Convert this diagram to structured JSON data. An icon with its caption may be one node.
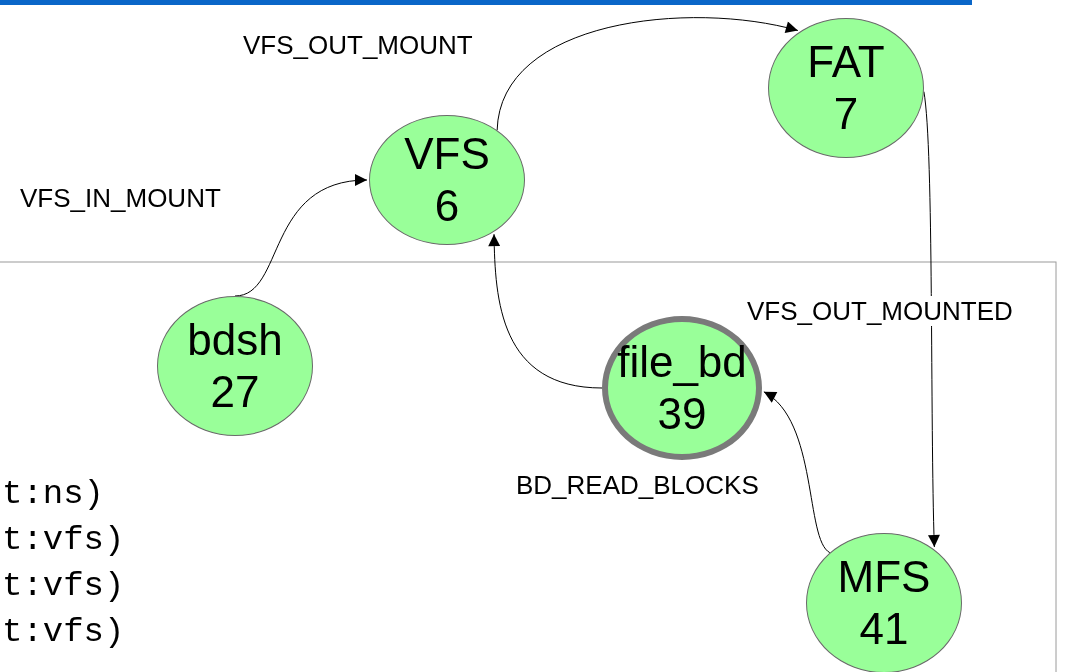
{
  "diagram": {
    "nodes": [
      {
        "text": [
          "VFS",
          "6"
        ]
      },
      {
        "text": [
          "FAT",
          "7"
        ]
      },
      {
        "text": [
          "bdsh",
          "27"
        ]
      },
      {
        "text": [
          "file_bd",
          "39"
        ]
      },
      {
        "text": [
          "MFS",
          "41"
        ]
      }
    ],
    "edges": [
      {
        "from": 0,
        "to": 1,
        "arrow": "to",
        "label": "VFS_OUT_MOUNT"
      },
      {
        "from": 2,
        "to": 0,
        "arrow": "to",
        "label": "VFS_IN_MOUNT"
      },
      {
        "from": 1,
        "to": 4,
        "arrow": "to",
        "label": "VFS_OUT_MOUNTED"
      },
      {
        "from": 3,
        "to": 0,
        "arrow": "to"
      },
      {
        "from": 4,
        "to": 3,
        "arrow": "to",
        "label": "BD_READ_BLOCKS"
      }
    ],
    "labels": [
      "t:ns)",
      "t:vfs)",
      "t:vfs)",
      "t:vfs)"
    ]
  }
}
